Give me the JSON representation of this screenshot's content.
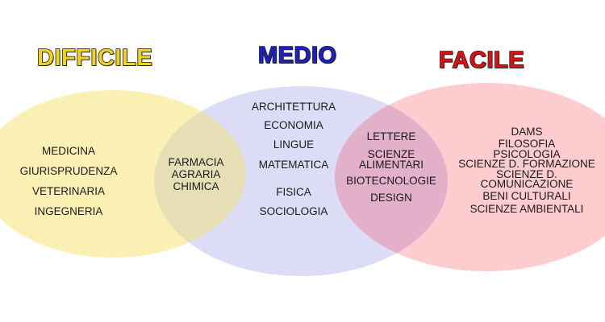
{
  "diagram": {
    "type": "venn",
    "sets": [
      {
        "id": "difficile",
        "title": "DIFFICILE",
        "title_color": "#f2d31b",
        "fill_color": "#fbf0b4"
      },
      {
        "id": "medio",
        "title": "MEDIO",
        "title_color": "#1b1fc4",
        "fill_color": "#dcdcf7"
      },
      {
        "id": "facile",
        "title": "FACILE",
        "title_color": "#dd1111",
        "fill_color": "#fdcccf"
      }
    ],
    "regions": {
      "difficile_only": [
        "MEDICINA",
        "GIURISPRUDENZA",
        "VETERINARIA",
        "INGEGNERIA"
      ],
      "difficile_medio": [
        "FARMACIA",
        "AGRARIA",
        "CHIMICA"
      ],
      "medio_only": [
        "ARCHITETTURA",
        "ECONOMIA",
        "LINGUE",
        "MATEMATICA",
        "FISICA",
        "SOCIOLOGIA"
      ],
      "medio_facile": [
        "LETTERE",
        "SCIENZE",
        "ALIMENTARI",
        "BIOTECNOLOGIE",
        "DESIGN"
      ],
      "facile_only": [
        "DAMS",
        "FILOSOFIA",
        "PSICOLOGIA",
        "SCIENZE D. FORMAZIONE",
        "SCIENZE D.",
        "COMUNICAZIONE",
        "BENI CULTURALI",
        "SCIENZE AMBIENTALI"
      ]
    },
    "overlap_colors": {
      "difficile_medio": "#e6dfb6",
      "medio_facile": "#e2b0c8"
    }
  }
}
